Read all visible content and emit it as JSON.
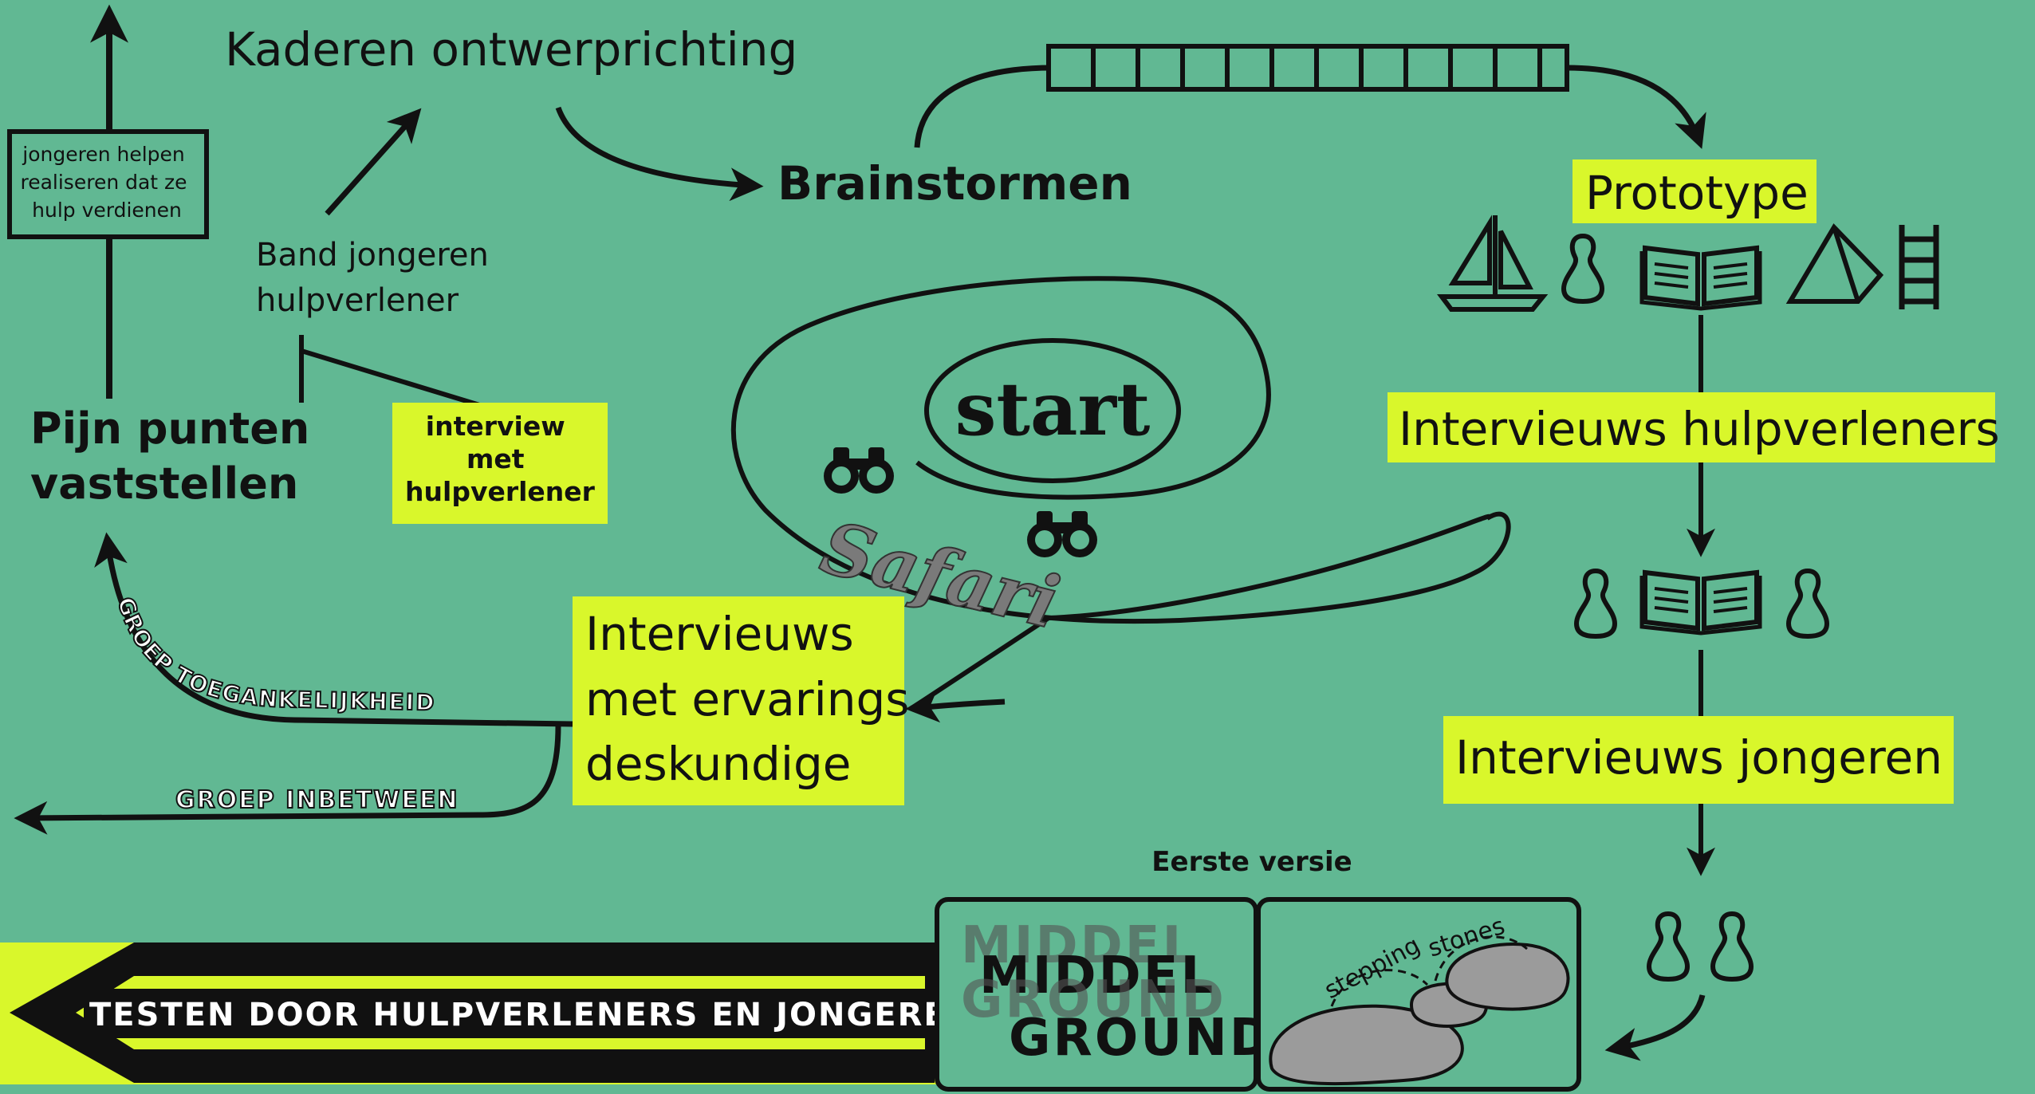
{
  "colors": {
    "background": "#61b893",
    "highlight": "#d9f72b",
    "ink": "#111111",
    "panel": "#61b893",
    "stone": "#9b9b9b"
  },
  "labels": {
    "kaderen": "Kaderen ontwerprichting",
    "brainstormen": "Brainstormen",
    "prototype": "Prototype",
    "band_line1": "Band jongeren",
    "band_line2": "hulpverlener",
    "jongeren_box": [
      "jongeren helpen",
      "realiseren dat ze",
      "hulp verdienen"
    ],
    "pijn_line1": "Pijn punten",
    "pijn_line2": "vaststellen",
    "interview_hulp": [
      "interview",
      "met",
      "hulpverlener"
    ],
    "start": "start",
    "safari": "Safari",
    "intv_hulpverleners": "Intervieuws hulpverleners",
    "intv_ervaring": [
      "Intervieuws",
      "met ervarings",
      "deskundige"
    ],
    "groep_toegankelijkheid": "GROEP TOEGANKELIJKHEID",
    "groep_inbetween": "GROEP INBETWEEN",
    "intv_jongeren": "Intervieuws jongeren",
    "eerste_versie": "Eerste versie",
    "testen": "TESTEN DOOR HULPVERLENERS EN JONGEREN",
    "middel": "MIDDEL",
    "ground": "GROUND",
    "stepping": "stepping",
    "stones": "stones"
  },
  "icons": {
    "prototype_row": [
      "sailboat-icon",
      "person-icon",
      "book-icon",
      "pyramid-icon",
      "ladder-icon"
    ],
    "middle_row": [
      "person-icon",
      "book-icon",
      "person-icon"
    ],
    "bottom_row": [
      "person-icon",
      "person-icon"
    ],
    "binoculars": [
      "binoculars-icon",
      "binoculars-icon"
    ]
  }
}
